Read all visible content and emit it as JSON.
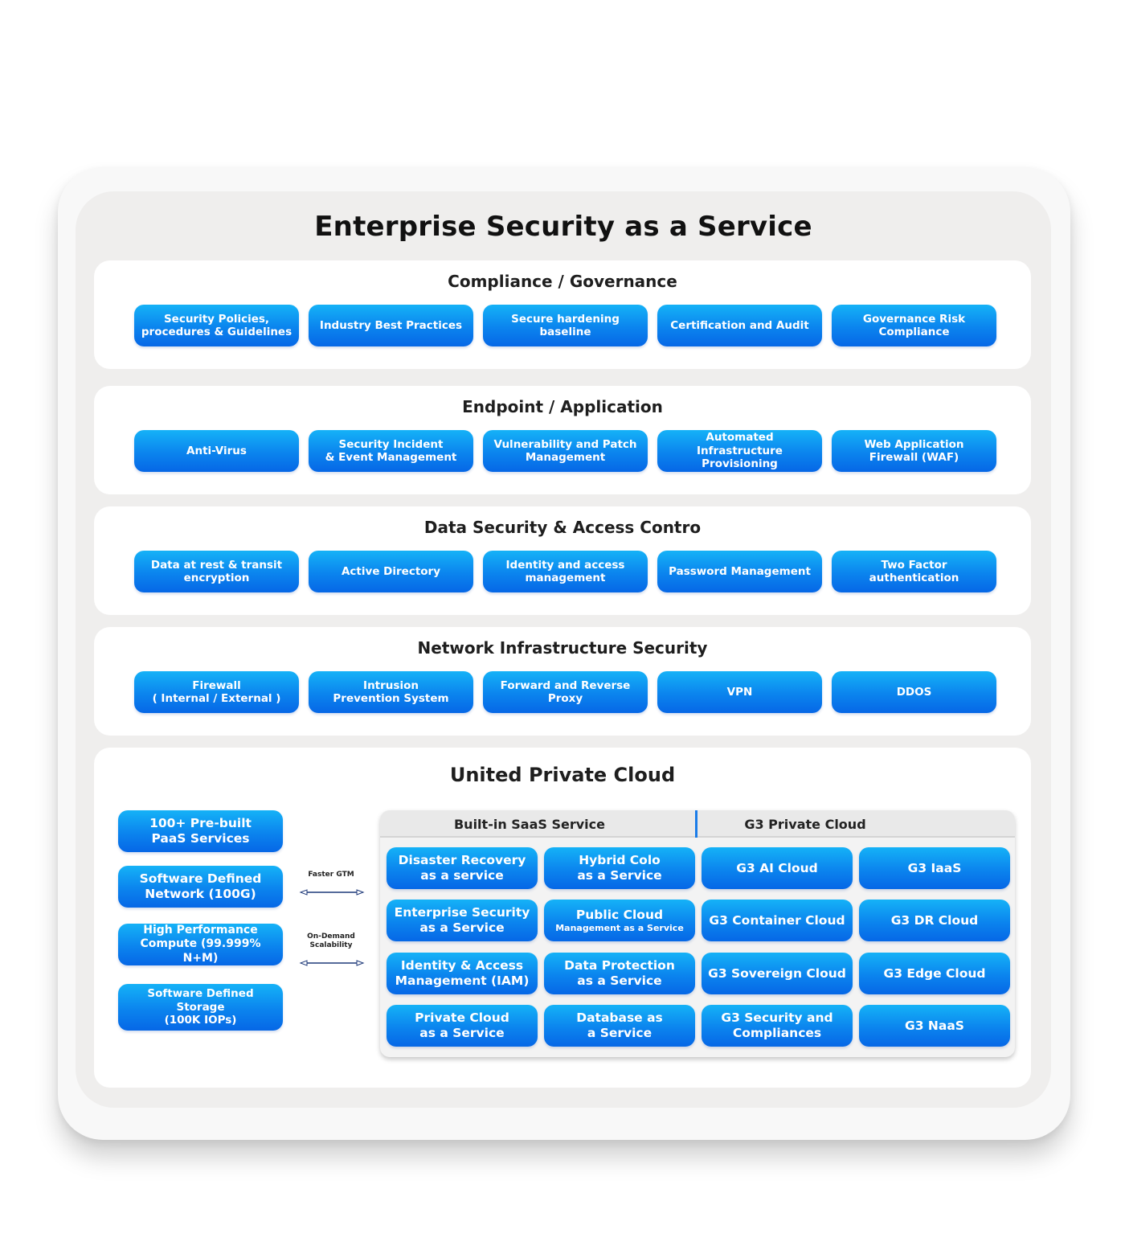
{
  "title": "Enterprise Security as a Service",
  "sections": [
    {
      "title": "Compliance / Governance",
      "items": [
        "Security Policies,\nprocedures & Guidelines",
        "Industry Best Practices",
        "Secure hardening\nbaseline",
        "Certification and Audit",
        "Governance Risk\nCompliance"
      ]
    },
    {
      "title": "Endpoint / Application",
      "items": [
        "Anti-Virus",
        "Security Incident\n& Event Management",
        "Vulnerability and Patch\nManagement",
        "Automated Infrastructure\nProvisioning",
        "Web Application\nFirewall (WAF)"
      ]
    },
    {
      "title": "Data Security & Access Contro",
      "items": [
        "Data at rest & transit\nencryption",
        "Active Directory",
        "Identity and access\nmanagement",
        "Password Management",
        "Two Factor authentication"
      ]
    },
    {
      "title": "Network Infrastructure Security",
      "items": [
        "Firewall\n( Internal / External )",
        "Intrusion\nPrevention System",
        "Forward and Reverse\nProxy",
        "VPN",
        "DDOS"
      ]
    }
  ],
  "cloud": {
    "title": "United Private Cloud",
    "left_items": [
      "100+ Pre-built\nPaaS Services",
      "Software Defined\nNetwork (100G)",
      "High Performance\nCompute (99.999% N+M)",
      "Software Defined Storage\n(100K IOPs)"
    ],
    "arrows": [
      "Faster GTM",
      "On-Demand\nScalability"
    ],
    "saas_header": "Built-in SaaS Service",
    "g3_header": "G3 Private Cloud",
    "saas_items": [
      "Disaster Recovery\nas a service",
      "Hybrid Colo\nas a Service",
      "Enterprise Security\nas a Service",
      "Public Cloud",
      "Identity & Access\nManagement (IAM)",
      "Data Protection\nas a Service",
      "Private Cloud\nas a Service",
      "Database as\na Service"
    ],
    "public_cloud_sub": "Management as a Service",
    "g3_items": [
      "G3 AI Cloud",
      "G3 IaaS",
      "G3 Container Cloud",
      "G3 DR Cloud",
      "G3 Sovereign Cloud",
      "G3 Edge Cloud",
      "G3 Security and\nCompliances",
      "G3 NaaS"
    ]
  }
}
